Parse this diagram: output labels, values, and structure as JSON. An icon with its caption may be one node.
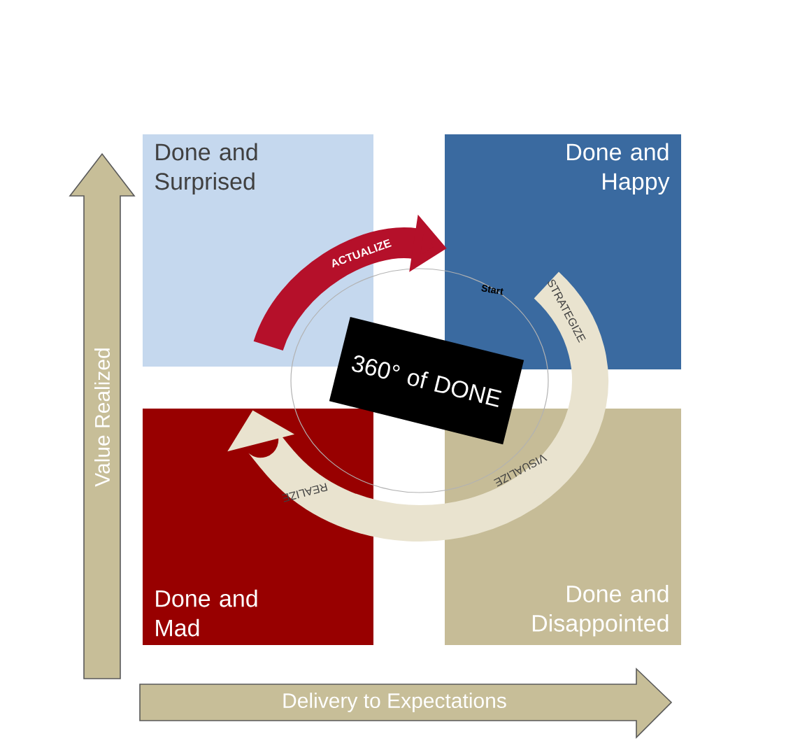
{
  "diagram": {
    "nodes": [
      {
        "text": [
          "Done and Surprised"
        ]
      },
      {
        "text": [
          "Done and Happy"
        ]
      },
      {
        "text": [
          "360° of DONE"
        ]
      },
      {
        "text": [
          "Done and Mad"
        ]
      },
      {
        "text": [
          "Done and Disappointed"
        ]
      }
    ],
    "edges": [
      {
        "from": 0,
        "to": 1,
        "arrow": "to",
        "color": "#b5102a"
      },
      {
        "from": 1,
        "to": 4,
        "arrow": "none",
        "color": "#e9e3cf"
      },
      {
        "from": 4,
        "to": 3,
        "arrow": "to",
        "color": "#e9e3cf"
      }
    ],
    "labels": [
      "ACTUALIZE",
      "Start",
      "STRATEGIZE",
      "VISUALIZE",
      "REALIZE",
      "Value Realized",
      "Delivery to Expectations"
    ]
  }
}
